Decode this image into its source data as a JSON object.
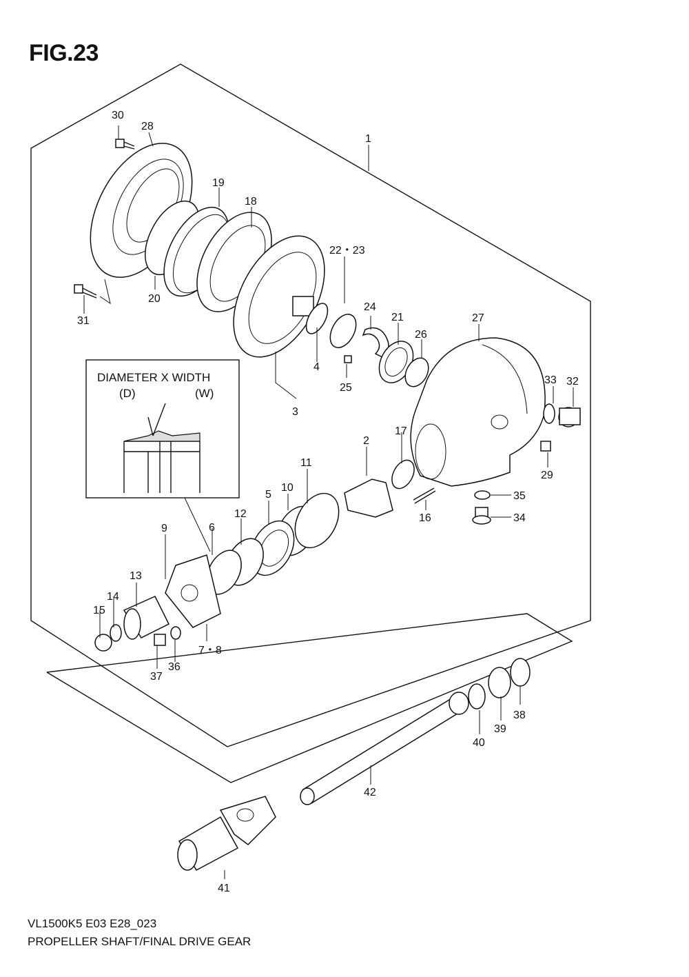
{
  "figure": {
    "title": "FIG.23",
    "model_code": "VL1500K5 E03 E28_023",
    "caption": "PROPELLER SHAFT/FINAL DRIVE GEAR"
  },
  "inset": {
    "heading": "DIAMETER X WIDTH",
    "label_d": "(D)",
    "label_w": "(W)"
  },
  "callouts": [
    {
      "id": "1"
    },
    {
      "id": "2"
    },
    {
      "id": "3"
    },
    {
      "id": "4"
    },
    {
      "id": "5"
    },
    {
      "id": "6"
    },
    {
      "id": "7・8"
    },
    {
      "id": "9"
    },
    {
      "id": "10"
    },
    {
      "id": "11"
    },
    {
      "id": "12"
    },
    {
      "id": "13"
    },
    {
      "id": "14"
    },
    {
      "id": "15"
    },
    {
      "id": "16"
    },
    {
      "id": "17"
    },
    {
      "id": "18"
    },
    {
      "id": "19"
    },
    {
      "id": "20"
    },
    {
      "id": "21"
    },
    {
      "id": "22・23"
    },
    {
      "id": "24"
    },
    {
      "id": "25"
    },
    {
      "id": "26"
    },
    {
      "id": "27"
    },
    {
      "id": "28"
    },
    {
      "id": "29"
    },
    {
      "id": "30"
    },
    {
      "id": "31"
    },
    {
      "id": "32"
    },
    {
      "id": "33"
    },
    {
      "id": "34"
    },
    {
      "id": "35"
    },
    {
      "id": "36"
    },
    {
      "id": "37"
    },
    {
      "id": "38"
    },
    {
      "id": "39"
    },
    {
      "id": "40"
    },
    {
      "id": "41"
    },
    {
      "id": "42"
    }
  ]
}
